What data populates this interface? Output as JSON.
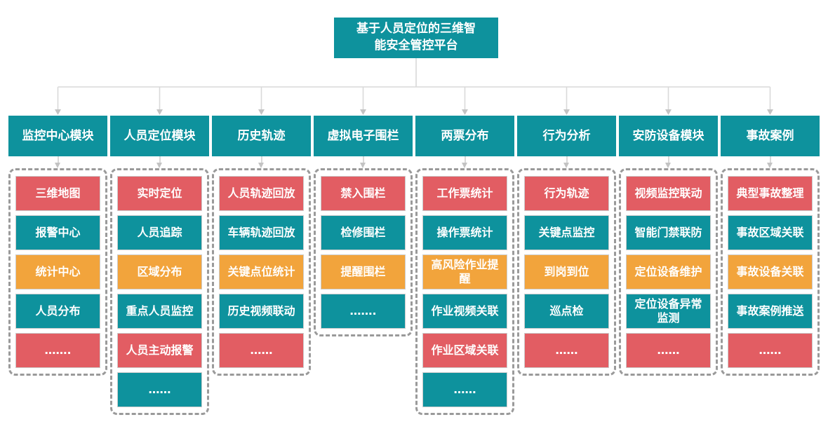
{
  "palette": {
    "teal": "#0E929D",
    "red": "#E25D63",
    "orange": "#F2A43C"
  },
  "root": {
    "title": "基于人员定位的三维智能安全管控平台"
  },
  "modules": [
    {
      "label": "监控中心模块",
      "items": [
        {
          "label": "三维地图",
          "color": "red"
        },
        {
          "label": "报警中心",
          "color": "teal"
        },
        {
          "label": "统计中心",
          "color": "orange"
        },
        {
          "label": "人员分布",
          "color": "teal"
        },
        {
          "label": "…….",
          "color": "red"
        }
      ]
    },
    {
      "label": "人员定位模块",
      "items": [
        {
          "label": "实时定位",
          "color": "red"
        },
        {
          "label": "人员追踪",
          "color": "teal"
        },
        {
          "label": "区域分布",
          "color": "orange"
        },
        {
          "label": "重点人员监控",
          "color": "teal"
        },
        {
          "label": "人员主动报警",
          "color": "red"
        },
        {
          "label": "……",
          "color": "teal"
        }
      ]
    },
    {
      "label": "历史轨迹",
      "items": [
        {
          "label": "人员轨迹回放",
          "color": "red"
        },
        {
          "label": "车辆轨迹回放",
          "color": "teal"
        },
        {
          "label": "关键点位统计",
          "color": "orange"
        },
        {
          "label": "历史视频联动",
          "color": "teal"
        },
        {
          "label": "……",
          "color": "red"
        }
      ]
    },
    {
      "label": "虚拟电子围栏",
      "items": [
        {
          "label": "禁入围栏",
          "color": "red"
        },
        {
          "label": "检修围栏",
          "color": "teal"
        },
        {
          "label": "提醒围栏",
          "color": "orange"
        },
        {
          "label": "…….",
          "color": "teal"
        }
      ]
    },
    {
      "label": "两票分布",
      "items": [
        {
          "label": "工作票统计",
          "color": "red"
        },
        {
          "label": "操作票统计",
          "color": "teal"
        },
        {
          "label": "高风险作业提醒",
          "color": "orange"
        },
        {
          "label": "作业视频关联",
          "color": "teal"
        },
        {
          "label": "作业区域关联",
          "color": "red"
        },
        {
          "label": "……",
          "color": "teal"
        }
      ]
    },
    {
      "label": "行为分析",
      "items": [
        {
          "label": "行为轨迹",
          "color": "red"
        },
        {
          "label": "关键点监控",
          "color": "teal"
        },
        {
          "label": "到岗到位",
          "color": "orange"
        },
        {
          "label": "巡点检",
          "color": "teal"
        },
        {
          "label": "……",
          "color": "red"
        }
      ]
    },
    {
      "label": "安防设备模块",
      "items": [
        {
          "label": "视频监控联动",
          "color": "red"
        },
        {
          "label": "智能门禁联防",
          "color": "teal"
        },
        {
          "label": "定位设备维护",
          "color": "orange"
        },
        {
          "label": "定位设备异常监测",
          "color": "teal"
        },
        {
          "label": "……",
          "color": "red"
        }
      ]
    },
    {
      "label": "事故案例",
      "items": [
        {
          "label": "典型事故整理",
          "color": "red"
        },
        {
          "label": "事故区域关联",
          "color": "teal"
        },
        {
          "label": "事故设备关联",
          "color": "orange"
        },
        {
          "label": "事故案例推送",
          "color": "teal"
        },
        {
          "label": "……",
          "color": "red"
        }
      ]
    }
  ]
}
